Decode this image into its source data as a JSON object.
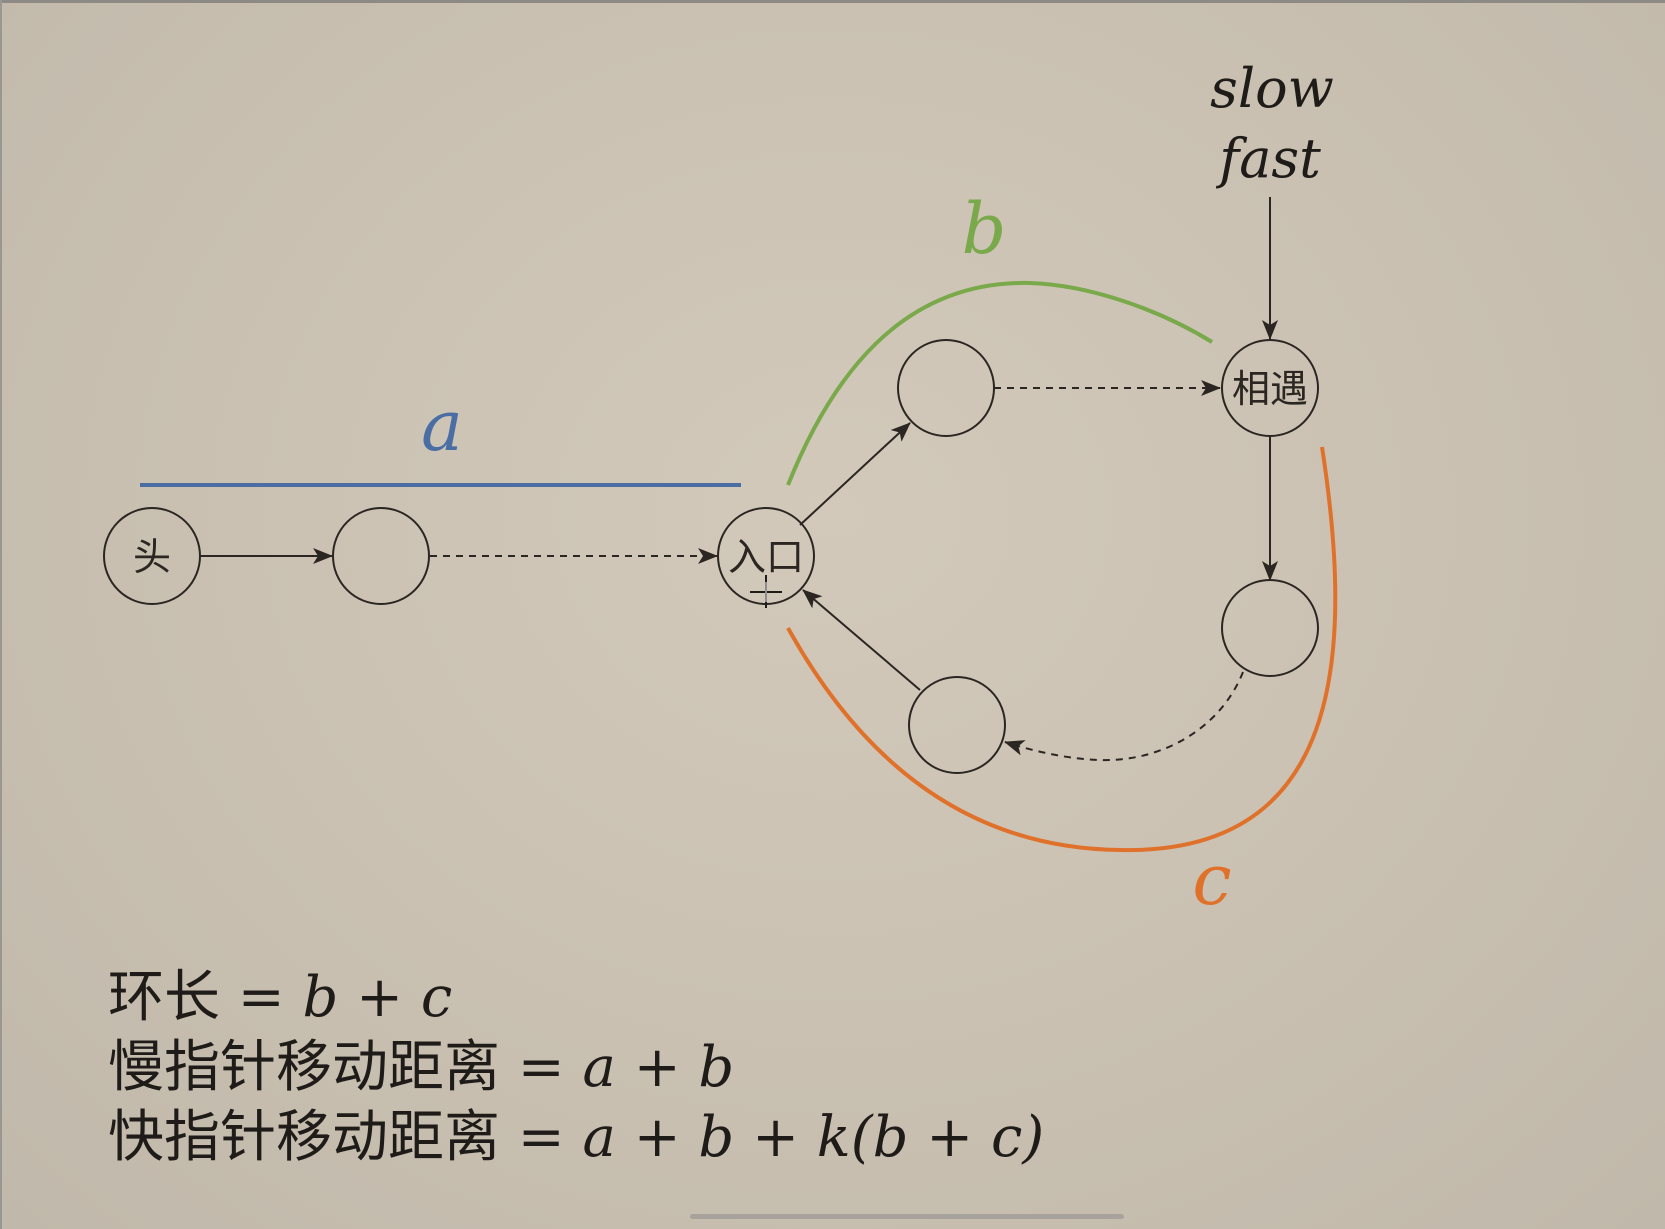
{
  "diagram": {
    "nodes": {
      "head": "头",
      "second": "",
      "entrance": "入口",
      "upper": "",
      "meet": "相遇",
      "right": "",
      "lower": ""
    },
    "segments": {
      "a": {
        "label": "a",
        "color": "#4a6ea3"
      },
      "b": {
        "label": "b",
        "color": "#79a94a"
      },
      "c": {
        "label": "c",
        "color": "#e0712b"
      }
    },
    "pointers": {
      "slow": "slow",
      "fast": "fast"
    }
  },
  "formulas": {
    "ring_length": {
      "prefix": "环长",
      "expr": " = b + c"
    },
    "slow_distance": {
      "prefix": "慢指针移动距离",
      "expr": " = a + b"
    },
    "fast_distance": {
      "prefix": "快指针移动距离",
      "expr": " = a + b + k(b + c)"
    }
  }
}
